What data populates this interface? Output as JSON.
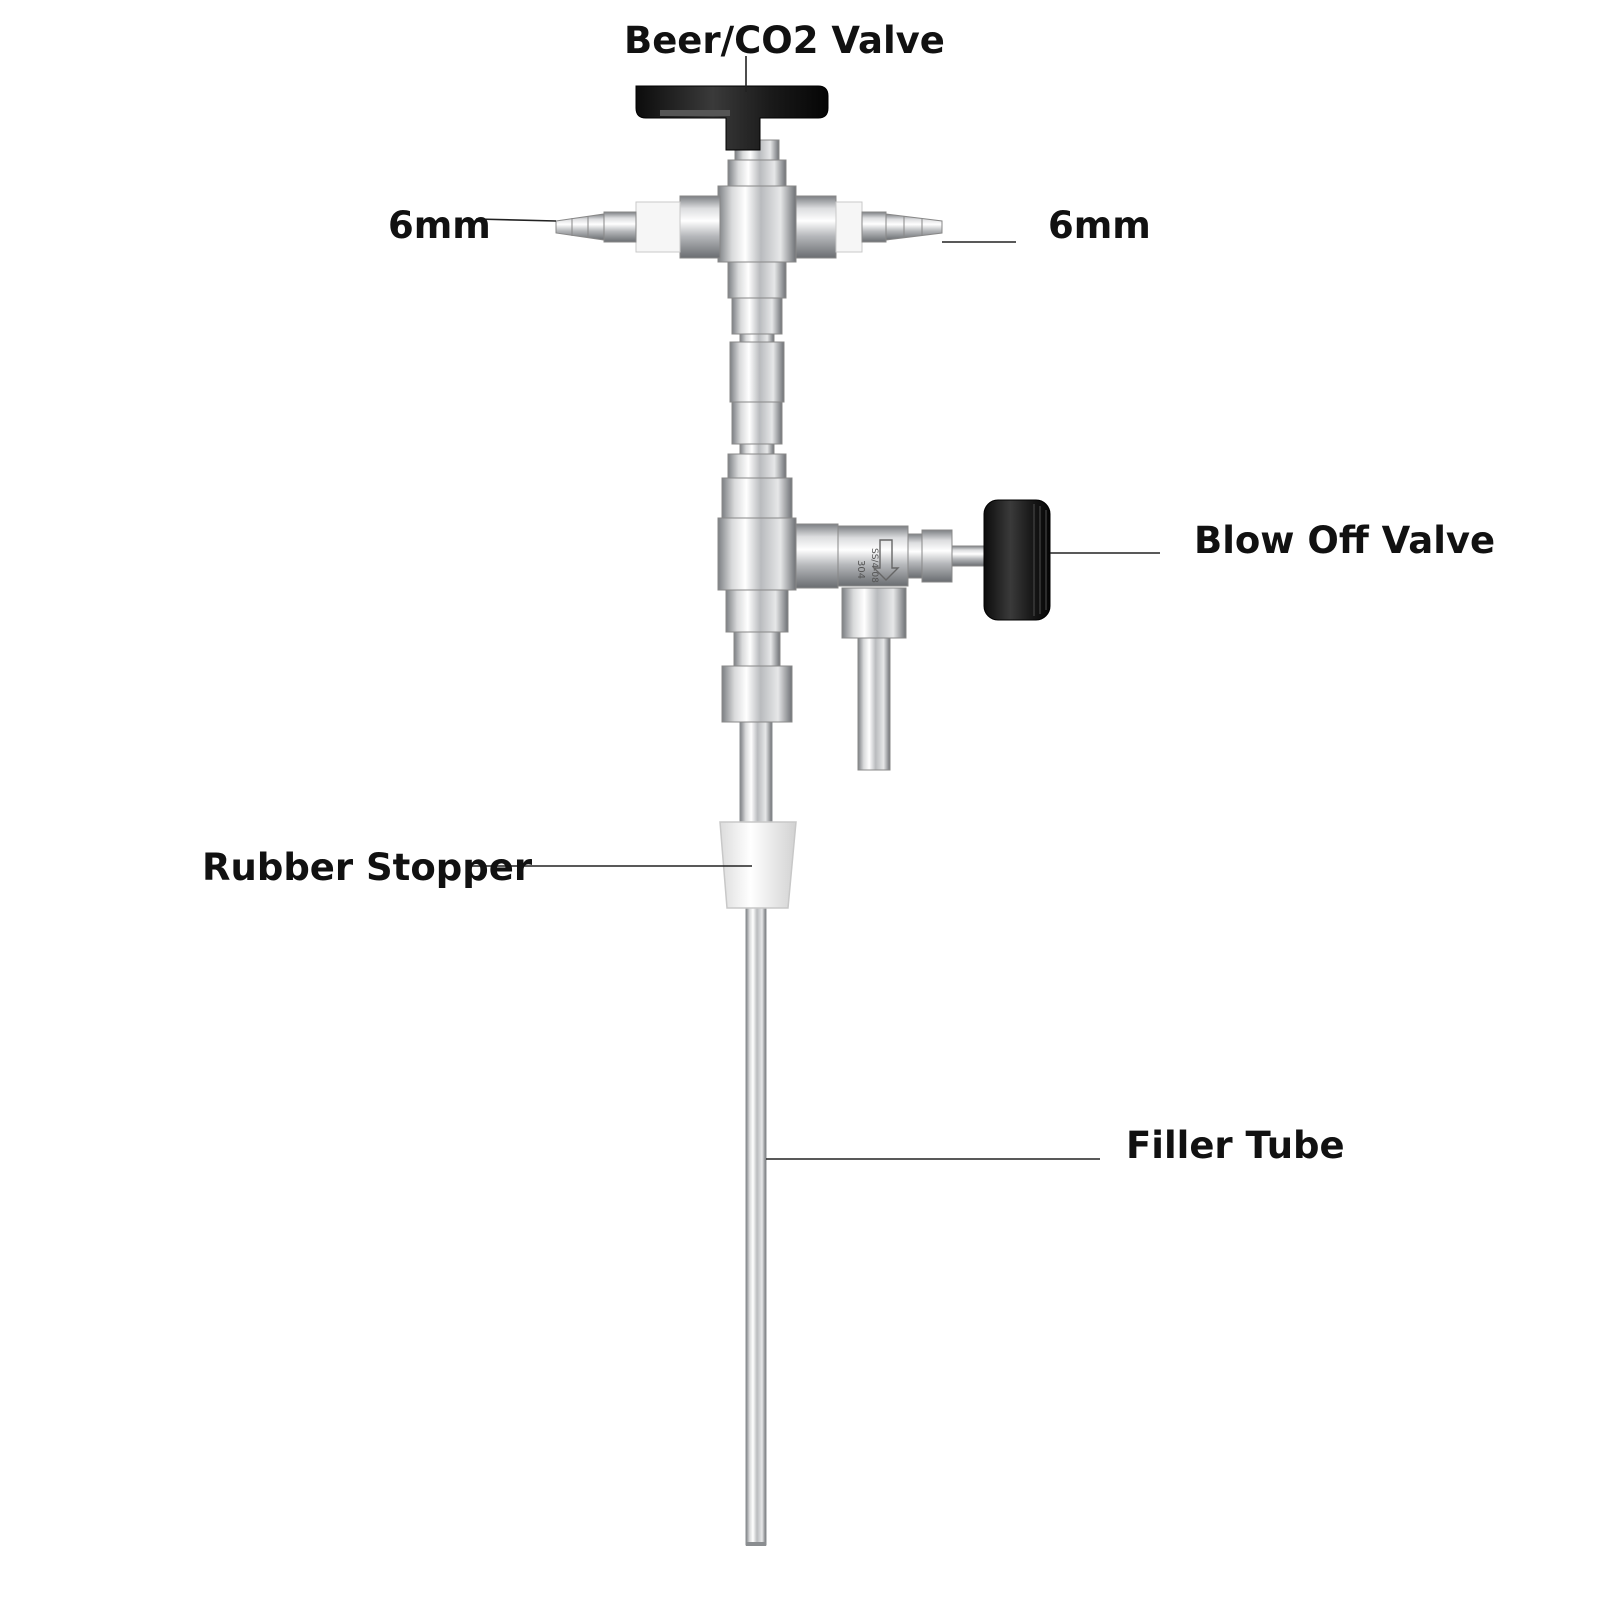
{
  "labels": {
    "beer_co2_valve": "Beer/CO2 Valve",
    "left_port": "6mm",
    "right_port": "6mm",
    "blow_off_valve": "Blow Off Valve",
    "rubber_stopper": "Rubber Stopper",
    "filler_tube": "Filler Tube"
  },
  "valve_markings": [
    "304",
    "SS/4-08"
  ]
}
